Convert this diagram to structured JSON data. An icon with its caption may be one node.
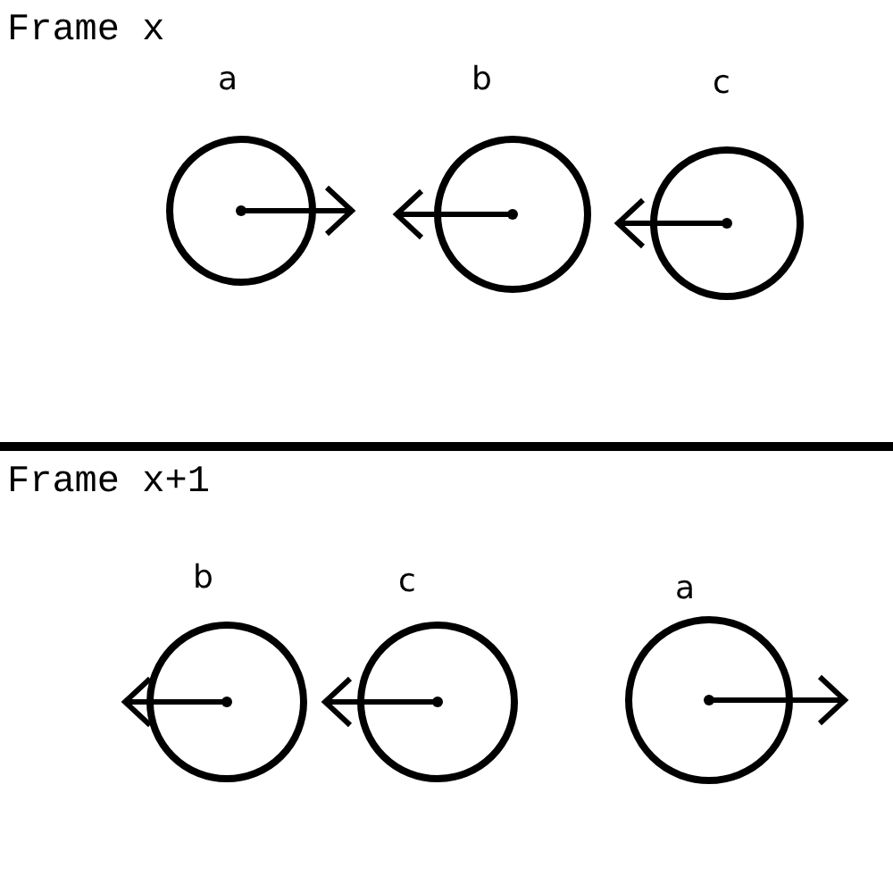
{
  "diagram": {
    "nodes": [
      {
        "text": [
          "a"
        ]
      },
      {
        "text": [
          "b"
        ]
      },
      {
        "text": [
          "c"
        ]
      },
      {
        "text": [
          "b"
        ]
      },
      {
        "text": [
          "c"
        ]
      },
      {
        "text": [
          "a"
        ]
      }
    ],
    "labels": [
      "Frame x",
      "Frame x+1"
    ]
  }
}
